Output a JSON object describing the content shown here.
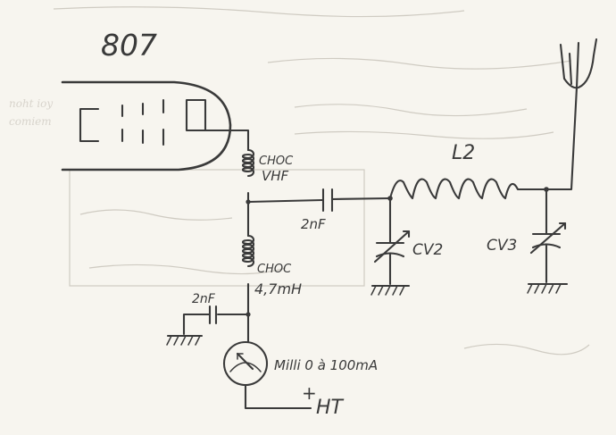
{
  "tube": {
    "label": "807"
  },
  "labels": {
    "choc_vhf_line1": "CHOC",
    "choc_vhf_line2": "VHF",
    "coupling_cap": "2nF",
    "l2": "L2",
    "cv2": "CV2",
    "cv3": "CV3",
    "choc_47_line1": "CHOC",
    "choc_47_line2": "4,7mH",
    "decoupling_cap": "2nF",
    "meter": "Milli  0 à 100mA",
    "ht_plus": "+",
    "ht": "HT"
  },
  "colors": {
    "paper": "#f7f5ef",
    "pencil": "#3a3a3a",
    "bleed_through": "#cfcbc2"
  },
  "icons": {
    "antenna": "antenna-icon",
    "ground": "ground-icon",
    "meter": "ammeter-icon",
    "capacitor": "capacitor-icon",
    "variable_capacitor": "variable-capacitor-icon",
    "inductor": "inductor-icon"
  }
}
